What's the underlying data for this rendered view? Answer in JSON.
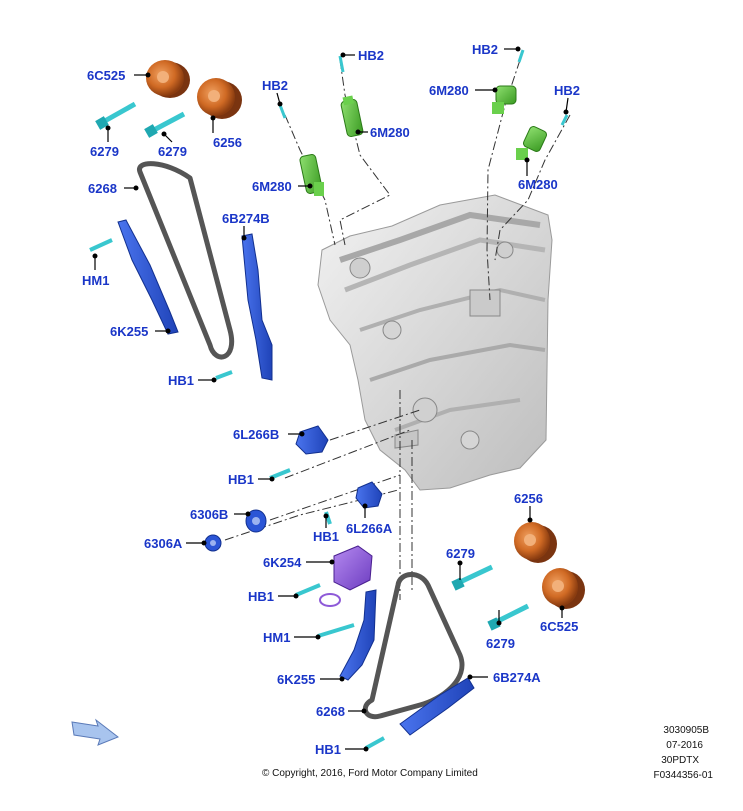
{
  "callouts": {
    "cam_phaser_exhaust_top": "6C525",
    "cam_phaser_intake_top": "6256",
    "bolt_phaser_1_top": "6279",
    "bolt_phaser_2_top": "6279",
    "hb2_1": "HB2",
    "hb2_2": "HB2",
    "hb2_3": "HB2",
    "hb2_4": "HB2",
    "vct_solenoid_1": "6M280",
    "vct_solenoid_2": "6M280",
    "vct_solenoid_3": "6M280",
    "vct_solenoid_4": "6M280",
    "timing_chain_top": "6268",
    "chain_tensioner_arm_top": "6B274B",
    "guide_bolt_top": "HM1",
    "chain_guide_top": "6K255",
    "hb1_top": "HB1",
    "tensioner_6l266b": "6L266B",
    "hb1_mid": "HB1",
    "crank_sprocket_b": "6306B",
    "crank_sprocket_a": "6306A",
    "hb1_tensioner_a": "HB1",
    "tensioner_6l266a": "6L266A",
    "tensioner_6k254": "6K254",
    "hb1_6k254": "HB1",
    "hm1_bottom": "HM1",
    "chain_guide_bottom": "6K255",
    "timing_chain_bottom": "6268",
    "hb1_bottom": "HB1",
    "cam_phaser_intake_bottom": "6256",
    "bolt_phaser_1_bottom": "6279",
    "bolt_phaser_2_bottom": "6279",
    "cam_phaser_exhaust_bottom": "6C525",
    "chain_tensioner_arm_bottom": "6B274A"
  },
  "footer": {
    "code_1": "3030905B",
    "date": "07-2016",
    "model_code": "30PDTX",
    "figure_id": "F0344356-01",
    "copyright": "© Copyright, 2016, Ford Motor Company Limited"
  },
  "colors": {
    "label_blue": "#1a36c8",
    "guide_blue": "#2b55d6",
    "phaser_orange": "#c8621c",
    "solenoid_green": "#57c23a",
    "bolt_cyan": "#39c7cf",
    "tensioner_purple": "#8e5ad8",
    "engine_gray": "#d9d9d9",
    "chain_gray": "#555555"
  }
}
